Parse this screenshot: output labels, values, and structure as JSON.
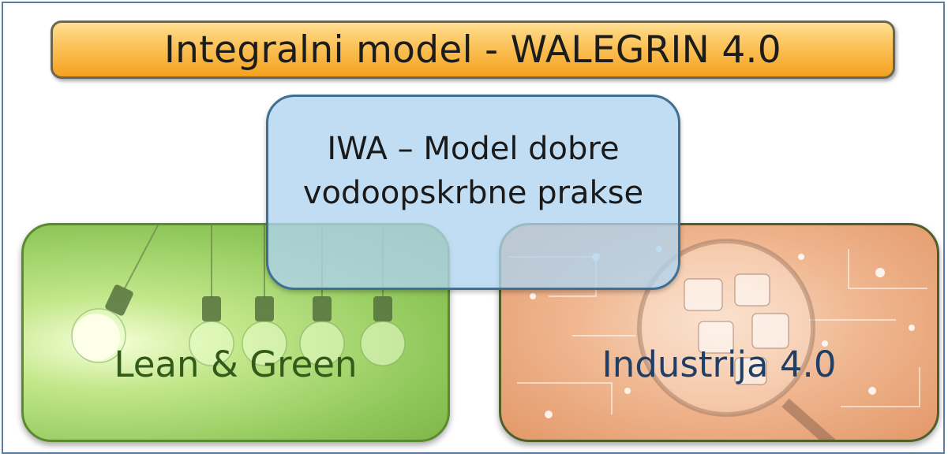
{
  "title": "Integralni model - WALEGRIN 4.0",
  "boxes": {
    "iwa": {
      "line1": "IWA – Model dobre",
      "line2": "vodoopskrbne prakse"
    },
    "lean": {
      "label": "Lean & Green"
    },
    "industry": {
      "label": "Industrija 4.0"
    }
  },
  "colors": {
    "title_fill": "#f9b43a",
    "lean_fill": "#9acd63",
    "industry_fill": "#efb58f",
    "iwa_fill": "#afd3f0"
  }
}
